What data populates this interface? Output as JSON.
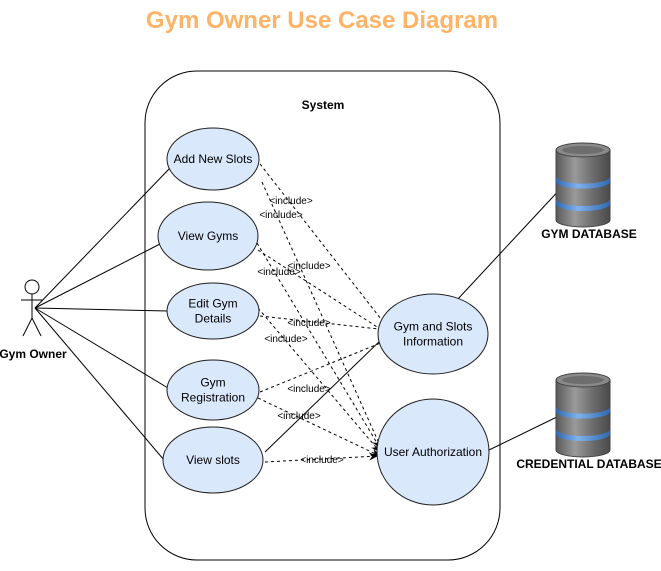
{
  "title": "Gym Owner Use Case Diagram",
  "colors": {
    "title": "#FFB366",
    "usecase_fill": "#DAE8FC",
    "usecase_stroke": "#1f1f1f",
    "db_body": "#6b6b6b",
    "db_band": "#3f7fd0"
  },
  "system": {
    "label": "System"
  },
  "actor": {
    "label": "Gym Owner",
    "icon": "stick-figure-icon"
  },
  "use_cases": [
    {
      "id": "add-new-slots",
      "lines": [
        "Add New Slots"
      ]
    },
    {
      "id": "view-gyms",
      "lines": [
        "View Gyms"
      ]
    },
    {
      "id": "edit-gym-details",
      "lines": [
        "Edit Gym",
        "Details"
      ]
    },
    {
      "id": "gym-registration",
      "lines": [
        "Gym",
        "Registration"
      ]
    },
    {
      "id": "view-slots",
      "lines": [
        "View slots"
      ]
    },
    {
      "id": "gym-and-slots-information",
      "lines": [
        "Gym and Slots",
        "Information"
      ]
    },
    {
      "id": "user-authorization",
      "lines": [
        "User Authorization"
      ]
    }
  ],
  "databases": [
    {
      "label": "GYM DATABASE",
      "icon": "database-icon"
    },
    {
      "label": "CREDENTIAL DATABASE",
      "icon": "database-icon"
    }
  ],
  "include_label": "<include>",
  "include_relations": [
    {
      "from": "add-new-slots",
      "to": "gym-and-slots-information"
    },
    {
      "from": "add-new-slots",
      "to": "user-authorization"
    },
    {
      "from": "view-gyms",
      "to": "gym-and-slots-information"
    },
    {
      "from": "view-gyms",
      "to": "user-authorization"
    },
    {
      "from": "edit-gym-details",
      "to": "gym-and-slots-information"
    },
    {
      "from": "edit-gym-details",
      "to": "user-authorization"
    },
    {
      "from": "gym-registration",
      "to": "gym-and-slots-information"
    },
    {
      "from": "gym-registration",
      "to": "user-authorization"
    },
    {
      "from": "view-slots",
      "to": "user-authorization"
    }
  ],
  "associations": [
    {
      "from": "actor",
      "to": "add-new-slots"
    },
    {
      "from": "actor",
      "to": "view-gyms"
    },
    {
      "from": "actor",
      "to": "edit-gym-details"
    },
    {
      "from": "actor",
      "to": "gym-registration"
    },
    {
      "from": "actor",
      "to": "view-slots"
    },
    {
      "from": "view-slots",
      "to": "gym-and-slots-information"
    },
    {
      "from": "gym-and-slots-information",
      "to": "db-0"
    },
    {
      "from": "user-authorization",
      "to": "db-1"
    }
  ]
}
